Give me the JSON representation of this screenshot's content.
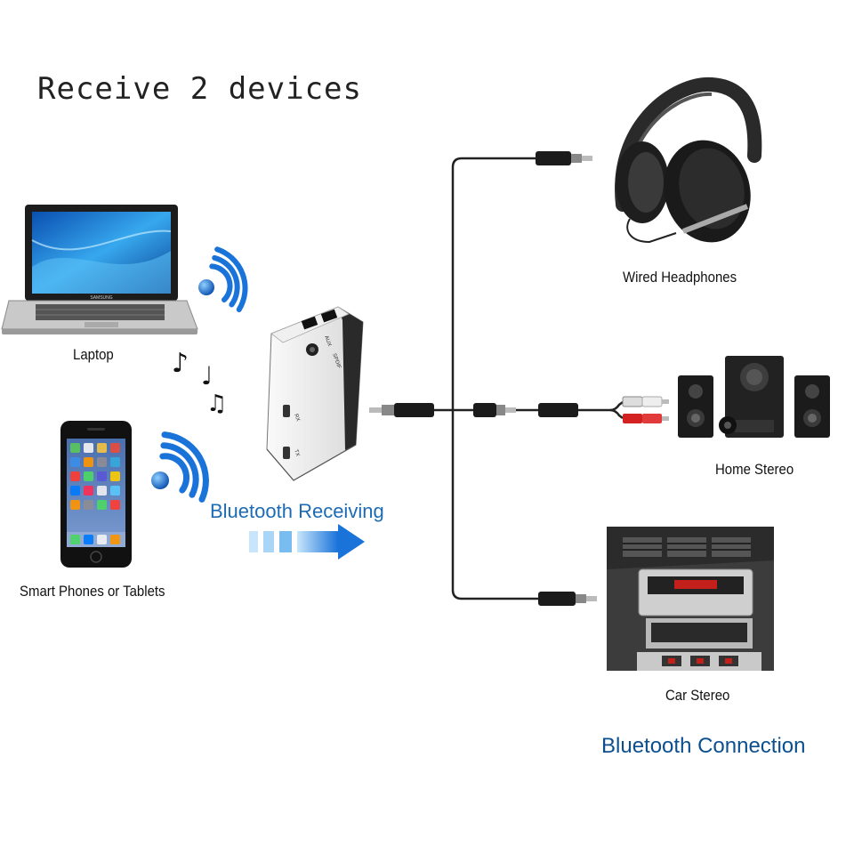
{
  "title": "Receive 2 devices",
  "sources": {
    "laptop": "Laptop",
    "phone": "Smart Phones or Tablets"
  },
  "mode_label": "Bluetooth Receiving",
  "outputs": {
    "headphones": "Wired Headphones",
    "home_stereo": "Home Stereo",
    "car_stereo": "Car Stereo"
  },
  "footer": "Bluetooth Connection",
  "adapter_ports": [
    "AUX",
    "SPDIF",
    "RX",
    "TX"
  ],
  "laptop_brand": "SAMSUNG",
  "colors": {
    "accent_blue": "#1c6bb3",
    "signal_blue": "#1a73d9",
    "cable": "#222222"
  }
}
